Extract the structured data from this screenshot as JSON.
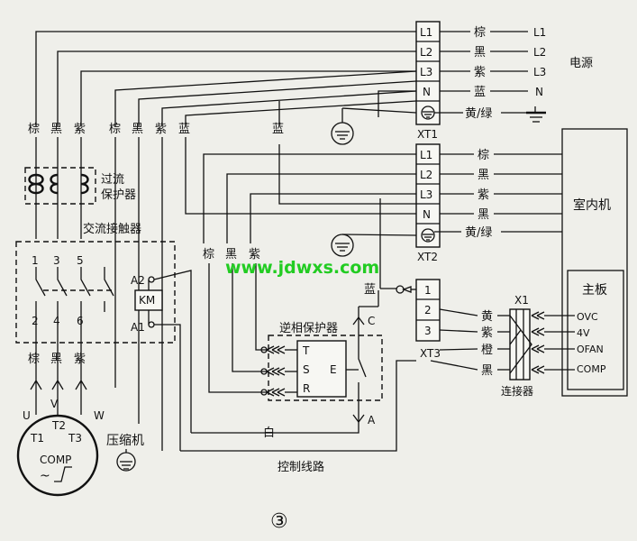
{
  "power_label": "电源",
  "indoor_label": "室内机",
  "board_label": "主板",
  "xt1": {
    "name": "XT1",
    "terminals": [
      "L1",
      "L2",
      "L3",
      "N"
    ],
    "wire_colors": [
      "棕",
      "黑",
      "紫",
      "蓝"
    ],
    "lines": [
      "L1",
      "L2",
      "L3",
      "N"
    ],
    "ground_color": "黄/绿"
  },
  "xt2": {
    "name": "XT2",
    "terminals": [
      "L1",
      "L2",
      "L3",
      "N"
    ],
    "wire_colors": [
      "棕",
      "黑",
      "紫",
      "黑"
    ],
    "ground_color": "黄/绿"
  },
  "xt3": {
    "name": "XT3",
    "terminals": [
      "1",
      "2",
      "3"
    ],
    "left_color": "蓝"
  },
  "x1": {
    "name": "X1",
    "label": "连接器",
    "wire_colors": [
      "黄",
      "紫",
      "橙",
      "黑"
    ],
    "signals": [
      "OVC",
      "4V",
      "OFAN",
      "COMP"
    ]
  },
  "overcurrent_label": "过流\n保护器",
  "overcurrent_line1": "过流",
  "overcurrent_line2": "保护器",
  "contactor_label": "交流接触器",
  "contactor_numbers_top": [
    "1",
    "3",
    "5"
  ],
  "contactor_numbers_bottom": [
    "2",
    "4",
    "6"
  ],
  "km_label": "KM",
  "a2_label": "A2",
  "a1_label": "A1",
  "phase_protector_label": "逆相保护器",
  "phase_terminals": [
    "T",
    "S",
    "R"
  ],
  "phase_e": "E",
  "relay_c": "C",
  "relay_a": "A",
  "white_label": "白",
  "left_top_colors": [
    "棕",
    "黑",
    "紫"
  ],
  "mid_top_colors": [
    "棕",
    "黑",
    "紫",
    "蓝"
  ],
  "blue_label": "蓝",
  "left_bottom_colors": [
    "棕",
    "黑",
    "紫"
  ],
  "mid_bottom_colors": [
    "棕",
    "黑",
    "紫"
  ],
  "motor_phases": [
    "U",
    "V",
    "W"
  ],
  "motor_terminals": [
    "T1",
    "T2",
    "T3"
  ],
  "comp_label": "COMP",
  "compressor_label": "压缩机",
  "control_label": "控制线路",
  "watermark": "www.jdwxs.com",
  "figure_number": "③"
}
